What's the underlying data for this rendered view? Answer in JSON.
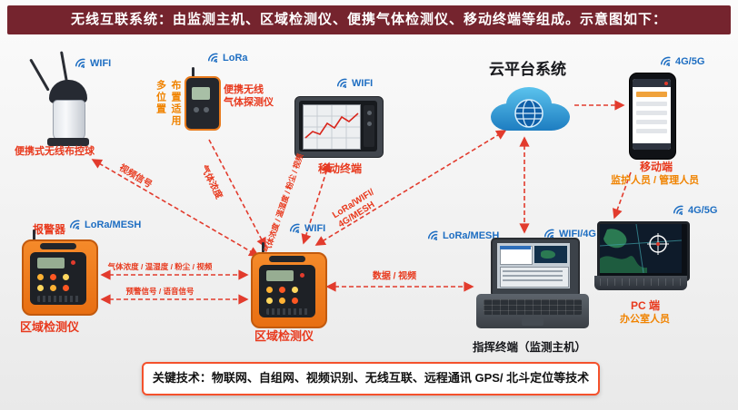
{
  "banner": {
    "text": "无线互联系统：由监测主机、区域检测仪、便携气体检测仪、移动终端等组成。示意图如下："
  },
  "nodes": {
    "ball_camera": {
      "label": "便携式无线布控球",
      "conn": "WIFI"
    },
    "placement_note": {
      "line1": "多位置",
      "line2": "布置适用"
    },
    "gas_detector": {
      "conn": "LoRa",
      "label_line1": "便携无线",
      "label_line2": "气体探测仪"
    },
    "mobile_terminal": {
      "conn": "WIFI",
      "label": "移动终端"
    },
    "cloud": {
      "title": "云平台系统"
    },
    "phone": {
      "conn": "4G/5G",
      "label": "移动端",
      "sub": "监护人员 / 管理人员"
    },
    "pc": {
      "conn": "4G/5G",
      "label": "PC 端",
      "sub": "办公室人员"
    },
    "alarm": {
      "label": "报警器",
      "conn": "LoRa/MESH",
      "device_label": "区域检测仪"
    },
    "center_detector": {
      "conn": "WIFI",
      "label": "区域检测仪"
    },
    "command_terminal": {
      "conn_left": "LoRa/MESH",
      "conn_right": "WIFI/4G",
      "label": "指挥终端（监测主机）"
    }
  },
  "edges": {
    "video_signal": "视频信号",
    "gas_concentration": "气体浓度",
    "sensor_bundle_vertical": "气体浓度 / 温湿度 / 粉尘 / 视频",
    "lora_wifi_mesh_line1": "LoRa/WIFI/",
    "lora_wifi_mesh_line2": "4G/MESH",
    "data_video": "数据 / 视频",
    "sensor_bundle_horizontal": "气体浓度 / 温湿度 / 粉尘 / 视频",
    "warning_voice": "预警信号 / 语音信号"
  },
  "footer": {
    "text": "关键技术：物联网、自组网、视频识别、无线互联、远程通讯 GPS/ 北斗定位等技术"
  },
  "colors": {
    "banner_bg": "#75242e",
    "label_red": "#e8391d",
    "label_orange": "#f08300",
    "conn_blue": "#1e6ec2",
    "arrow_red": "#e23b2d",
    "device_orange": "#f0791f",
    "cloud_blue": "#2a9ad6"
  }
}
